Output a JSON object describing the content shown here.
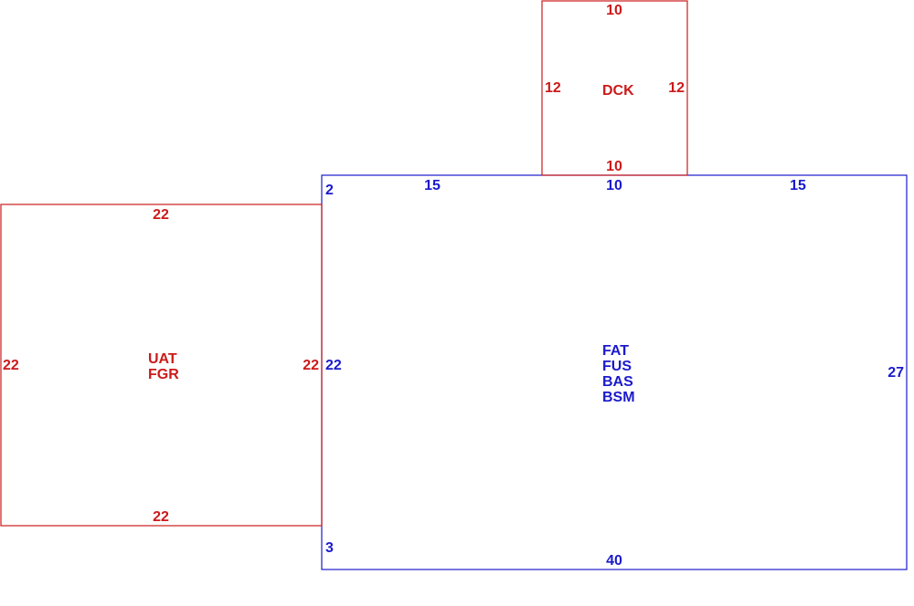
{
  "colors": {
    "main": "#1a1acc",
    "addition": "#cc1a1a",
    "background": "#ffffff"
  },
  "main_area": {
    "dimensions": {
      "top_left": "15",
      "top_middle": "10",
      "top_right": "15",
      "right": "27",
      "bottom": "40",
      "left": "22",
      "step_top": "2",
      "step_bottom": "3"
    },
    "codes": [
      "FAT",
      "FUS",
      "BAS",
      "BSM"
    ]
  },
  "deck_area": {
    "dimensions": {
      "top": "10",
      "left": "12",
      "right": "12",
      "bottom": "10"
    },
    "code": "DCK"
  },
  "garage_area": {
    "dimensions": {
      "top": "22",
      "left": "22",
      "right": "22",
      "bottom": "22"
    },
    "codes": [
      "UAT",
      "FGR"
    ]
  }
}
